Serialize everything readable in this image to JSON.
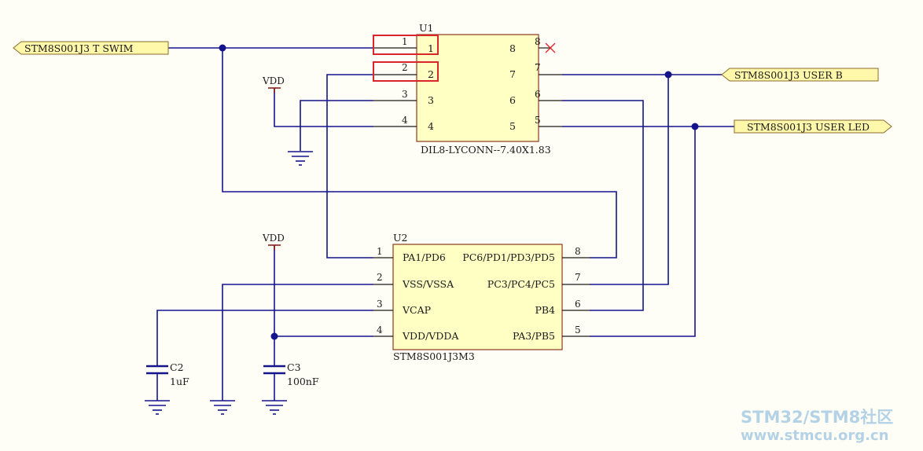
{
  "u1": {
    "designator": "U1",
    "footprint": "DIL8-LYCONN--7.40X1.83",
    "pins": [
      "1",
      "2",
      "3",
      "4",
      "5",
      "6",
      "7",
      "8"
    ]
  },
  "u2": {
    "designator": "U2",
    "part": "STM8S001J3M3",
    "pin_names": [
      "PA1/PD6",
      "VSS/VSSA",
      "VCAP",
      "VDD/VDDA",
      "PA3/PB5",
      "PB4",
      "PC3/PC4/PC5",
      "PC6/PD1/PD3/PD5"
    ],
    "pins": [
      "1",
      "2",
      "3",
      "4",
      "5",
      "6",
      "7",
      "8"
    ]
  },
  "ports": {
    "swim": "STM8S001J3  T  SWIM",
    "user_b": "STM8S001J3  USER  B",
    "user_led": "STM8S001J3  USER  LED"
  },
  "power": {
    "vdd_top": "VDD",
    "vdd_bottom": "VDD"
  },
  "capacitors": {
    "c2": {
      "designator": "C2",
      "value": "1uF"
    },
    "c3": {
      "designator": "C3",
      "value": "100nF"
    }
  },
  "colors": {
    "wire": "#14148c",
    "component_body": "#ffffc4",
    "component_border": "#8a3a1c",
    "port_fill": "#fff8aa",
    "highlight": "#d8262a",
    "power": "#8a1f1f",
    "watermark": "#b4d2e6"
  },
  "watermark": {
    "line1": "STM32/STM8社区",
    "line2": "www.stmcu.org.cn"
  }
}
